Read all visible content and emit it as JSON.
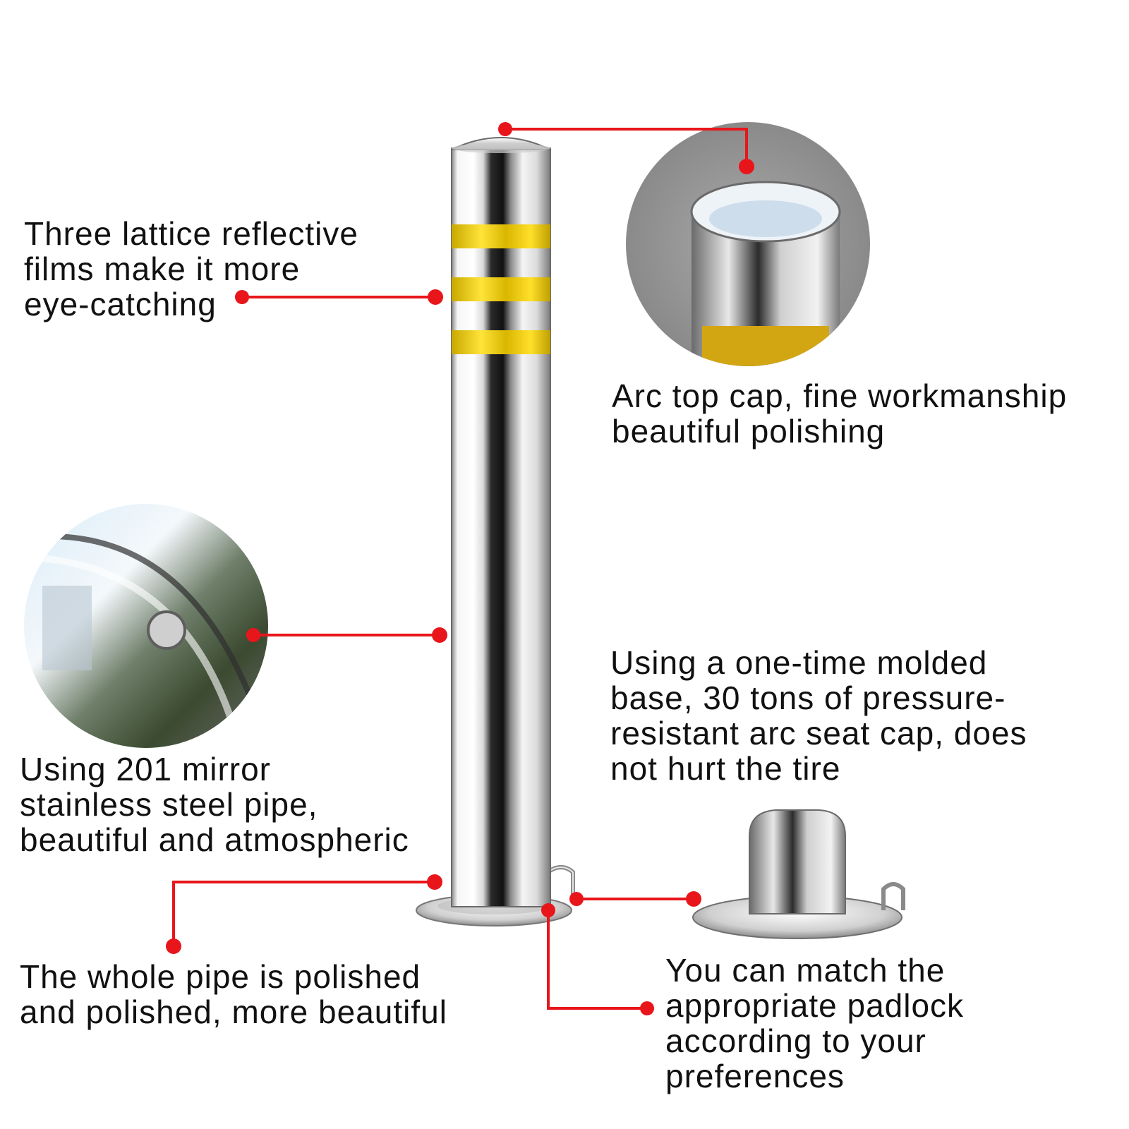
{
  "colors": {
    "leader_line": "#e8161b",
    "reflective_film": "#f4d20a",
    "steel_light": "#f4f4f4",
    "steel_dark": "#1a1a1a"
  },
  "callouts": {
    "reflective_films": [
      "Three lattice reflective",
      "films make it more",
      "eye-catching"
    ],
    "arc_top_cap": [
      "Arc top cap, fine workmanship",
      "beautiful polishing"
    ],
    "mirror_pipe": [
      "Using 201 mirror",
      "stainless steel pipe,",
      "beautiful and atmospheric"
    ],
    "molded_base": [
      "Using a one-time molded",
      "base, 30 tons of pressure-",
      "resistant arc seat cap, does",
      "not hurt the tire"
    ],
    "polished_pipe": [
      "The whole pipe is polished",
      "and polished, more beautiful"
    ],
    "padlock": [
      "You can match the",
      "appropriate padlock",
      "according to your",
      "preferences"
    ]
  }
}
